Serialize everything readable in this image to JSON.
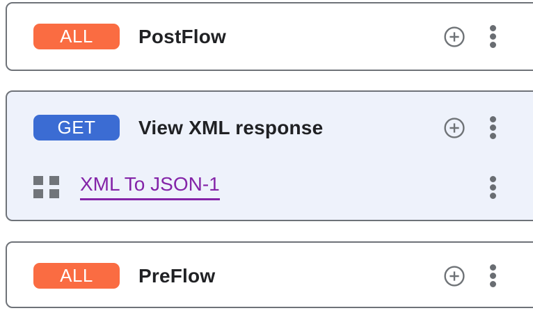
{
  "flows": [
    {
      "method": "ALL",
      "title": "PostFlow",
      "selected": false
    },
    {
      "method": "GET",
      "title": "View XML response",
      "selected": true,
      "policies": [
        {
          "name": "XML To JSON-1"
        }
      ]
    },
    {
      "method": "ALL",
      "title": "PreFlow",
      "selected": false
    }
  ],
  "icons": {
    "add": "add-circle-icon",
    "more": "kebab-menu-icon",
    "policy": "policy-grid-icon"
  },
  "colors": {
    "method_all": "#fa6c42",
    "method_get": "#3b6cd3",
    "policy_link": "#8424a8",
    "card_border": "#6e7278",
    "selected_card_bg": "#eef2fb",
    "icon_gray": "#6f7377",
    "title_text": "#202124"
  }
}
